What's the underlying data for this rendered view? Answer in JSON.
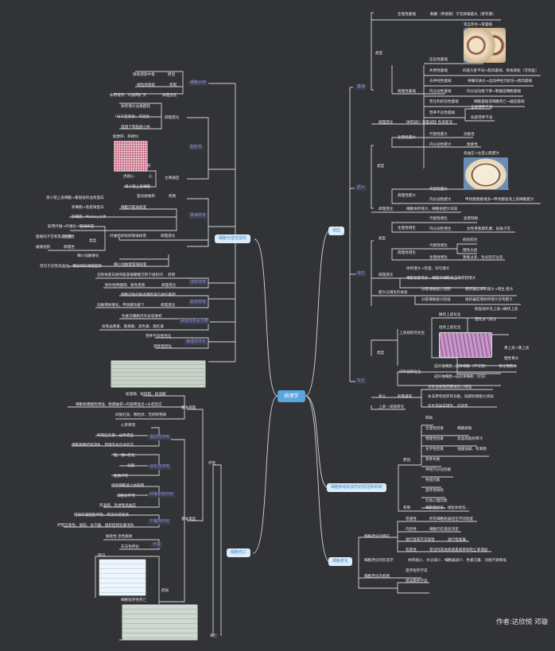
{
  "root": {
    "label": "病理学"
  },
  "author": "作者:达欣悦 邓璇",
  "colors": {
    "background": "#323336",
    "root": "#5aa7e0",
    "main_node_bg": "#dcecf8",
    "main_node_text": "#3a8fd0",
    "sub_label": "#8f8fd8",
    "line": "#d6d6d6"
  },
  "right": {
    "adaptation": {
      "label": "适应",
      "atrophy": {
        "label": "萎缩",
        "types": "类型",
        "physiological": "生理性萎缩",
        "physiological_desc": "胸腺（青春期）子宫卵巢萎丸（更年期）",
        "image_caption": "肾盂积水→肾萎缩",
        "pathological": "病理性萎缩",
        "items": [
          {
            "name": "压迫性萎缩",
            "desc": ""
          },
          {
            "name": "失用性萎缩",
            "desc": "四肢久卧不动→肌肉萎缩、骨质疏松（可恢复）"
          },
          {
            "name": "去神经性萎缩",
            "desc": "脊髓灰质炎→运动神经元损伤→肌肉萎缩"
          },
          {
            "name": "内分泌性萎缩",
            "desc": "内分泌功能下降→靶器官细胞萎缩"
          },
          {
            "name": "老化和损伤性萎缩",
            "desc": "细胞萎缩或细胞死亡→器官萎缩"
          },
          {
            "name": "营养不良性萎缩",
            "desc": ""
          }
        ],
        "nutrition_sub": [
          "全身营养不良",
          "局部营养不良"
        ],
        "change_label": "病理变化",
        "change": "体积减少 重量减轻 色泽变深"
      },
      "hypertrophy": {
        "label": "肥大",
        "types": "类型",
        "physiological": "生理性肥大",
        "phys_items": [
          {
            "name": "代偿性肥大",
            "desc": "功能性"
          },
          {
            "name": "内分泌性肥大",
            "desc": "激素性"
          }
        ],
        "image_caption": "高血压→左室心肌肥大",
        "pathological": "病理性肥大",
        "path_items": [
          {
            "name": "代偿性肥大",
            "desc": ""
          },
          {
            "name": "内分泌性肥大",
            "desc": "甲状腺激素增多→甲状腺滤泡上皮细胞肥大"
          }
        ],
        "change_label": "病理变化",
        "change": "细胞体积增大，细胞核肥大深染"
      },
      "hyperplasia": {
        "label": "增生",
        "types": "类型",
        "physiological": "生理性增生",
        "phys_items": [
          {
            "name": "代偿性增生",
            "desc": "高原缺氧"
          },
          {
            "name": "内分泌性增生",
            "desc": "女性青春期乳腺、妊娠子宫"
          }
        ],
        "pathological": "病理性增生",
        "comp": "代偿性增生",
        "comp_sub": [
          "损伤愈合",
          "慢性炎症"
        ],
        "endo": "生理性增生",
        "endo_desc": "激素过多、生长因子过多",
        "change_label": "病理变化",
        "changes": [
          "体积增大→弥漫、均匀增大",
          "细胞数量增多，细胞和细胞核正常或稍增大"
        ],
        "relation_label": "肥大与增生的关系",
        "relations": [
          {
            "name": "分裂增殖能力活跃",
            "desc": "组织器官体积增大→增生 肥大"
          },
          {
            "name": "分裂增殖能力较低",
            "desc": "组织器官增体积增大仅有肥大"
          }
        ]
      },
      "metaplasia": {
        "label": "化生",
        "types": "类型",
        "epithelial": "上皮组织的化生",
        "squamous": "鳞状上皮化生",
        "squamous_sub": [
          "假复层纤毛上皮→鳞状上皮",
          "慢性支气管炎"
        ],
        "columnar": "柱状上皮化生",
        "columnar_sub": [
          "胃上皮→肠上皮",
          "慢性胃炎"
        ],
        "mesenchymal": "间叶组织化生",
        "mes_items": [
          "成纤维细胞→成骨细胞（不可逆）",
          "成纤维细胞→成软骨细胞（可逆）"
        ],
        "mes_right": "骨化性肌炎",
        "meaning": "意义",
        "meaning_sub": "利弊兼有",
        "meaning_items": [
          "对有害刺激因素抵抗力增强",
          "失去原有组织的功能，局部防御能力减弱",
          "化生是异常增生、可恶变"
        ],
        "emt": "上皮—间质转化"
      }
    },
    "causes": {
      "label": "细胞和组织损伤的原因和机制",
      "cause_label": "原因",
      "items": [
        {
          "name": "缺氧",
          "desc": ""
        },
        {
          "name": "生理性因素",
          "desc": "细菌病毒"
        },
        {
          "name": "物理性因素",
          "desc": "高温高辐射寒冷"
        },
        {
          "name": "化学性因素",
          "desc": "强酸强碱、有毒物"
        },
        {
          "name": "营养失衡",
          "desc": ""
        },
        {
          "name": "神经内分泌因素",
          "desc": ""
        },
        {
          "name": "免疫因素",
          "desc": ""
        },
        {
          "name": "遗传性缺陷",
          "desc": ""
        },
        {
          "name": "社会心理因素",
          "desc": ""
        }
      ],
      "mechanism_label": "机制",
      "mechanism": "细胞膜损伤、线粒体损伤..."
    },
    "aging": {
      "label": "细胞老化",
      "features_label": "细胞老化的特征",
      "features": [
        {
          "name": "普遍性",
          "desc": "所有细胞机器官在不同程度"
        },
        {
          "name": "内因性",
          "desc": "细胞内在基因决定"
        },
        {
          "name": "进行性或不可逆性",
          "desc": "进行性发展"
        },
        {
          "name": "有害性",
          "desc": "老化时其他疾病患病率和死亡率增加"
        }
      ],
      "morph_label": "细胞老化的形态学",
      "morph": "体积缩小、水分减少、细胞器减少、色素沉着、功能代谢降低",
      "mech_label": "细胞老化的机制",
      "mechs": [
        "遗传程序学说",
        "错误累积学说"
      ]
    }
  },
  "left": {
    "reversible": {
      "label": "细胞可逆性损伤",
      "edema": {
        "label": "细胞水肿",
        "cause": {
          "k": "缺氧感染中毒",
          "v": "原因"
        },
        "mech": {
          "k": "线粒体受损",
          "v": "机制"
        },
        "change": {
          "k": "体积增大、内质网扩大",
          "v": "病理变化"
        }
      },
      "fatty": {
        "label": "脂肪变",
        "change_label": "病理变化",
        "changes": [
          "体积增大边缘圆钝",
          "HE下空泡状、可染色",
          "电镜下有脂质小体"
        ],
        "image_caption": "脂肪肝、肝硬化",
        "sites_label": "主要器官",
        "liver": "肝",
        "heart": "虎斑心",
        "heart2": "心",
        "kidney": "肾小管上皮细胞"
      },
      "hyaline": {
        "label": "玻璃样变",
        "mech": {
          "k": "蛋白质堆积",
          "v": "机制"
        },
        "change_label": "病理变化",
        "intracell": "细胞内玻璃样变",
        "intracell_items": [
          "肾小管上皮细胞→重吸收的血浆蛋白",
          "浆细胞→免疫球蛋白",
          "肝细胞→Mallory小体"
        ],
        "fiber": "纤维结缔组织玻璃样变",
        "fiber_items": [
          "胶原纤维→纤维化→玻璃样变"
        ],
        "types_label": "类型",
        "types": [
          {
            "name": "萎缩的子宫和乳腺间质",
            "v": "生理性"
          },
          {
            "name": "瘢痕组织",
            "v": "病理性"
          }
        ],
        "arteriole": "细小动脉壁玻璃样变",
        "arteriole_items": [
          "细小动脉硬化",
          "常见于良性高血压、糖尿病的肾脏脑等"
        ]
      },
      "mucoid": {
        "label": "淀粉样变",
        "mech": {
          "k": "淀粉样蛋白质和氨基葡聚糖沉积于组织间",
          "v": "机制"
        },
        "change": {
          "k": "刚尔哈胃酸阳、紫色变紫",
          "v": "病理变化"
        }
      },
      "myxoid": {
        "label": "黏液样变",
        "items": [
          "细胞间质内黏多糖和蛋白质的蓄积",
          "动脉粥样硬化、甲状腺功能下"
        ],
        "change_label": "病理变化"
      },
      "pigment": {
        "label": "病理性色素沉着",
        "items": [
          "色素在细胞内外异常堆积",
          "含铁血黄素、脂褐素、黑色素、胆红素"
        ]
      },
      "calc": {
        "label": "病理性钙化",
        "items": [
          "营养不良性钙化",
          "转移性钙化"
        ]
      }
    },
    "death": {
      "label": "细胞死亡",
      "necrosis": "坏死",
      "basic_label": "基本病变",
      "basic": [
        "核固缩、核碎裂、核溶解",
        "细胞质嗜酸性增强、胞膜破裂→内容物溢出→炎症反应",
        "间质红染、颗粒状、无结构物质"
      ],
      "coag": {
        "label": "凝固性坏死",
        "items": [
          "心肝脾肾",
          "坏死区灰黄、分界明显",
          "细胞微细结构消失、周围充血出血反应"
        ]
      },
      "liq": {
        "label": "液化性坏死",
        "items": [
          "脑、胰→软化",
          "化脓",
          "脂肪坏死",
          "组织细胞溶小血管壁"
        ]
      },
      "fib": {
        "label": "纤维素样坏死",
        "items": [
          "组织细胞溶小血管壁",
          "细胞状坏死",
          "风湿病、急进性高血压"
        ]
      },
      "cas": {
        "label": "干酪样坏死",
        "items": [
          "结核的凝固性坏死，常见于结核病",
          "坏死区黄色、质软、似干酪，组织结构轮廓消失"
        ]
      },
      "gang": {
        "label": "坏疽",
        "items": [
          "腐败性 急性腐败",
          "灰白色钙化"
        ]
      },
      "types_label": "基本类型",
      "outcome_label": "结局",
      "outcome_caption": "转归",
      "apoptosis_caption": "细胞程序性死亡",
      "apoptosis_label": "凋亡"
    }
  }
}
